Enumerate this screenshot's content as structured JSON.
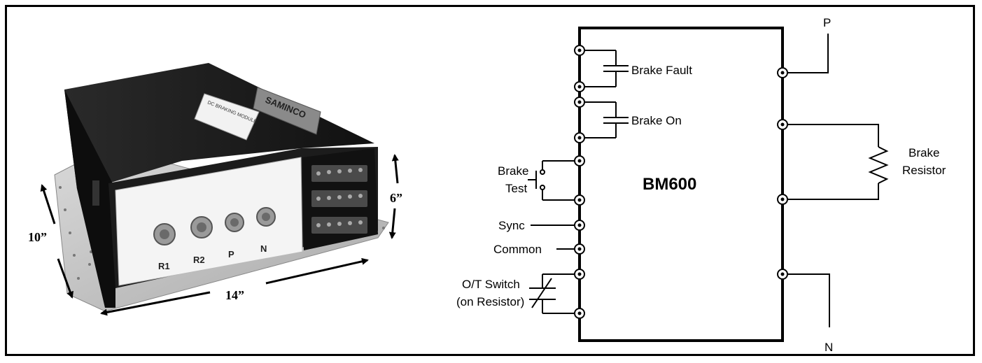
{
  "photo": {
    "dimensions": {
      "width": "14”",
      "depth": "10”",
      "height": "6”"
    },
    "panel_labels": [
      "R1",
      "R2",
      "P",
      "N"
    ],
    "brand_plate": "SAMINCO",
    "module_label": "DC BRAKING MODULE",
    "colors": {
      "housing": "#1a1a1a",
      "base": "#c8c8c8",
      "panel": "#f4f4f4"
    }
  },
  "schematic": {
    "title": "BM600",
    "terminal_p": "P",
    "terminal_n": "N",
    "brake_fault": "Brake Fault",
    "brake_on": "Brake On",
    "brake_test_1": "Brake",
    "brake_test_2": "Test",
    "sync": "Sync",
    "common": "Common",
    "ot_switch_1": "O/T Switch",
    "ot_switch_2": "(on Resistor)",
    "brake_resistor_1": "Brake",
    "brake_resistor_2": "Resistor"
  }
}
